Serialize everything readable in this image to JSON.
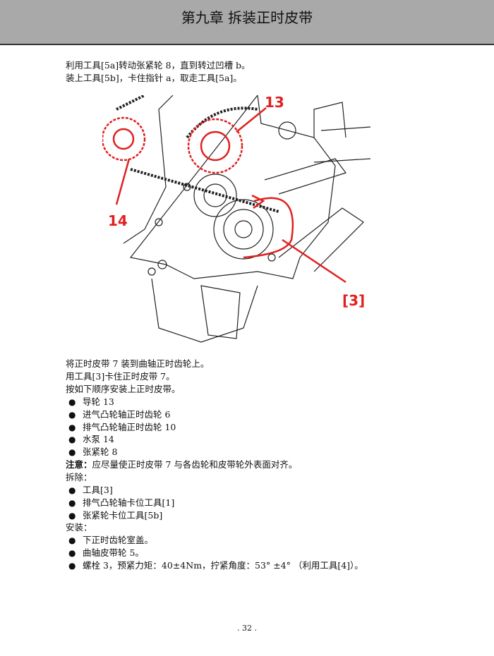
{
  "header": {
    "title": "第九章  拆装正时皮带"
  },
  "intro": [
    "利用工具[5a]转动张紧轮 8，直到转过凹槽 b。",
    "装上工具[5b]，卡住指针 a，取走工具[5a]。"
  ],
  "figure": {
    "callouts": [
      "13",
      "14",
      "[3]"
    ],
    "accent_color": "#e02020"
  },
  "steps": [
    "将正时皮带 7 装到曲轴正时齿轮上。",
    "用工具[3]卡住正时皮带 7。",
    "按如下顺序安装上正时皮带。"
  ],
  "order": [
    "导轮 13",
    "进气凸轮轴正时齿轮 6",
    "排气凸轮轴正时齿轮 10",
    "水泵 14",
    "张紧轮 8"
  ],
  "note_label": "注意：",
  "note_text": "应尽量使正时皮带 7 与各齿轮和皮带轮外表面对齐。",
  "remove_label": "拆除：",
  "remove": [
    "工具[3]",
    "排气凸轮轴卡位工具[1]",
    "张紧轮卡位工具[5b]"
  ],
  "install_label": "安装：",
  "install": [
    "下正时齿轮室盖。",
    "曲轴皮带轮 5。",
    "螺栓 3，预紧力矩：40±4Nm，拧紧角度：53° ±4° （利用工具[4]）。"
  ],
  "page_number": ". 32 ."
}
